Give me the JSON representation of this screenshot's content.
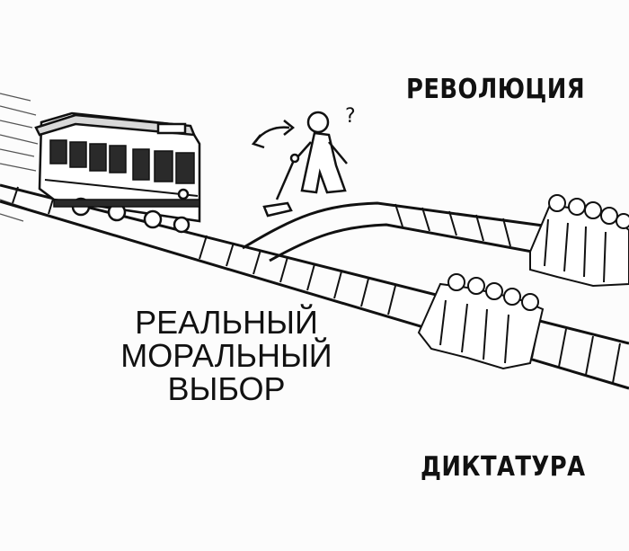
{
  "labels": {
    "top_branch": "РЕВОЛЮЦИЯ",
    "bottom_branch": "ДИКТАТУРА"
  },
  "caption": {
    "lines": [
      "РЕАЛЬНЫЙ",
      "МОРАЛЬНЫЙ",
      "ВЫБОР"
    ]
  },
  "bystander_mark": "?",
  "colors": {
    "ink": "#111111",
    "paper": "#fcfcfc",
    "tram_shade": "#d8d8d8",
    "people_fill": "#ffffff"
  },
  "icons": [
    "tram-icon",
    "person-icon",
    "switch-lever-icon",
    "swap-arrows-icon"
  ]
}
